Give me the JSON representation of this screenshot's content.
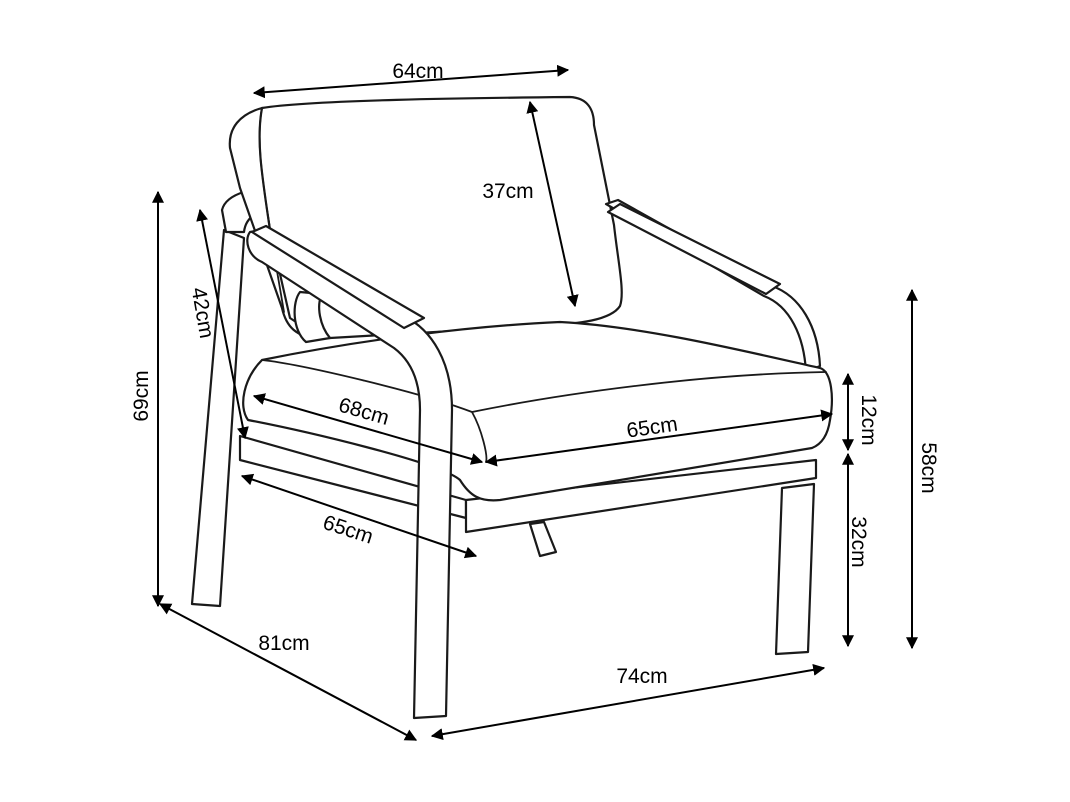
{
  "diagram": {
    "dimensions": {
      "backrest_width": "64cm",
      "backrest_height": "37cm",
      "seat_side_depth": "42cm",
      "overall_height": "69cm",
      "seat_inner_depth": "68cm",
      "seat_inner_width": "65cm",
      "cushion_thickness": "12cm",
      "seat_height_frame": "32cm",
      "arm_height": "58cm",
      "frame_depth": "65cm",
      "overall_depth": "81cm",
      "overall_width": "74cm"
    }
  }
}
